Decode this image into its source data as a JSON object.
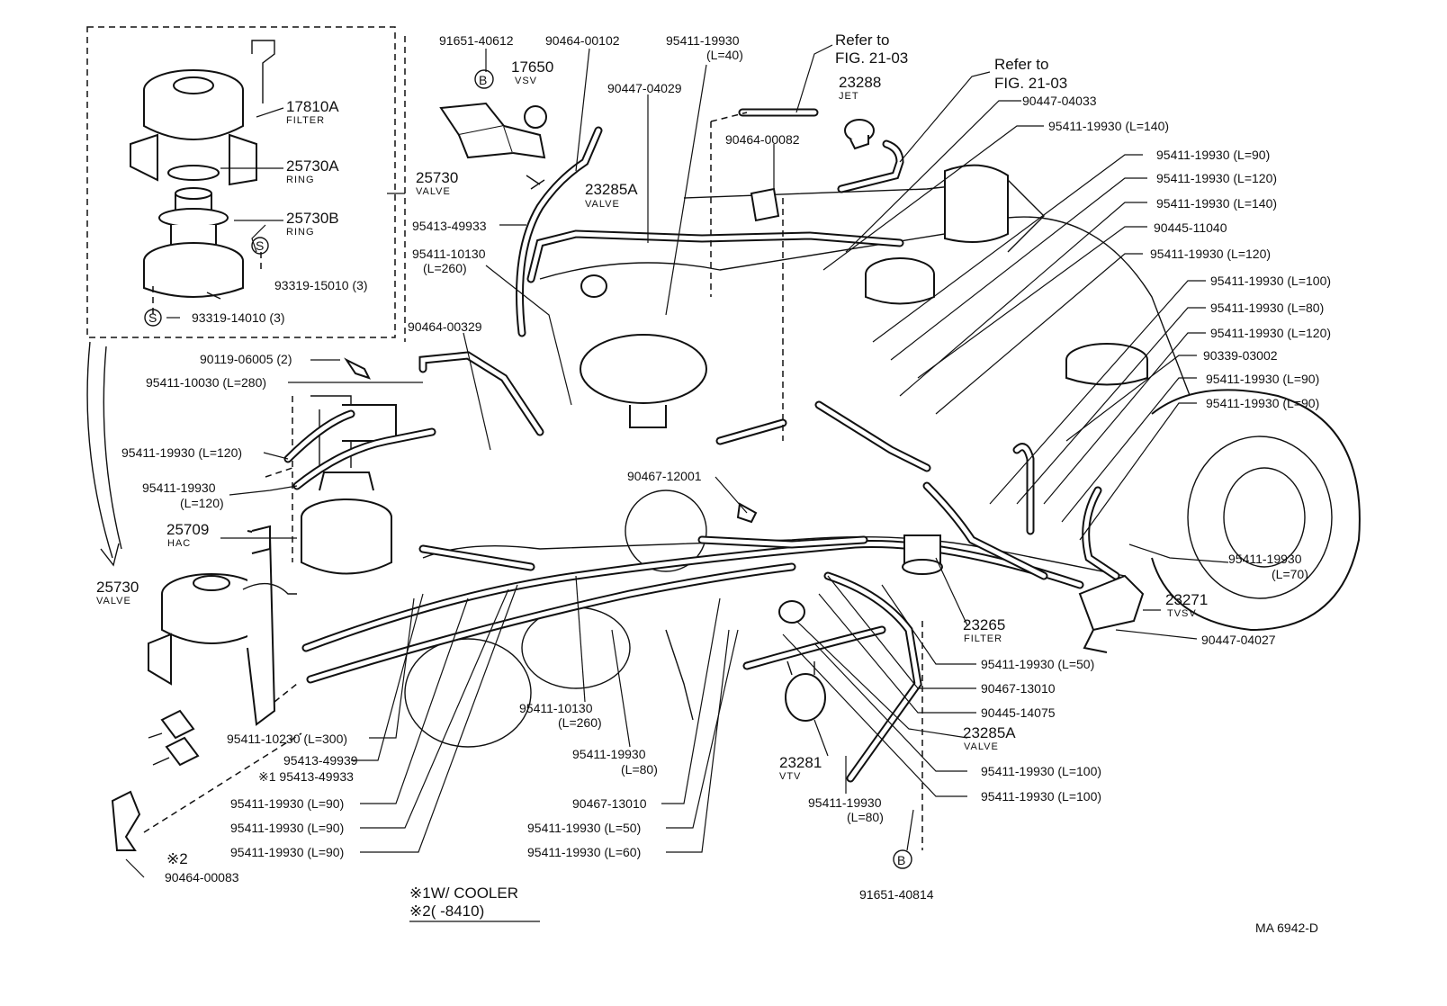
{
  "drawing": {
    "code": "MA  6942-D",
    "notes": {
      "note1": "※1W/ COOLER",
      "note2": "※2(        -8410)"
    }
  },
  "callouts": {
    "c_91651_40612": "91651-40612",
    "c_90464_00102": "90464-00102",
    "c_95411_19930_L40_a": "95411-19930",
    "c_95411_19930_L40_b": "(L=40)",
    "c_17650": "17650",
    "c_17650_sub": "VSV",
    "c_b_top": "B",
    "c_refer1_a": "Refer to",
    "c_refer1_b": "FIG. 21-03",
    "c_refer2_a": "Refer to",
    "c_refer2_b": "FIG. 21-03",
    "c_23288": "23288",
    "c_23288_sub": "JET",
    "c_90447_04033": "90447-04033",
    "c_95411_19930_L140_a": "95411-19930 (L=140)",
    "c_90447_04029": "90447-04029",
    "c_90464_00082": "90464-00082",
    "c_95411_19930_L90_r1": "95411-19930 (L=90)",
    "c_95411_19930_L120_r1": "95411-19930 (L=120)",
    "c_23285A_top": "23285A",
    "c_23285A_top_sub": "VALVE",
    "c_95411_19930_L140_r2": "95411-19930 (L=140)",
    "c_95413_49933": "95413-49933",
    "c_90445_11040": "90445-11040",
    "c_95411_10130_L260_a": "95411-10130",
    "c_95411_10130_L260_b": "(L=260)",
    "c_95411_19930_L120_r2": "95411-19930 (L=120)",
    "c_95411_19930_L100_r1": "95411-19930 (L=100)",
    "c_95411_19930_L80_r1": "95411-19930 (L=80)",
    "c_90464_00329": "90464-00329",
    "c_95411_19930_L120_r3": "95411-19930 (L=120)",
    "c_90339_03002": "90339-03002",
    "c_90119_06005": "90119-06005 (2)",
    "c_95411_10030": "95411-10030 (L=280)",
    "c_95411_19930_L90_r2": "95411-19930 (L=90)",
    "c_95411_19930_L90_r3": "95411-19930 (L=90)",
    "c_95411_19930_L120_l1": "95411-19930 (L=120)",
    "c_95411_19930_L120_l2a": "95411-19930",
    "c_95411_19930_L120_l2b": "(L=120)",
    "c_90467_12001": "90467-12001",
    "c_25709": "25709",
    "c_25709_sub": "HAC",
    "c_95411_19930_L70_a": "95411-19930",
    "c_95411_19930_L70_b": "(L=70)",
    "c_23271": "23271",
    "c_23271_sub": "TVSV",
    "c_25730_bottom": "25730",
    "c_25730_bottom_sub": "VALVE",
    "c_23265": "23265",
    "c_23265_sub": "FILTER",
    "c_90447_04027": "90447-04027",
    "c_95411_19930_L50_r": "95411-19930 (L=50)",
    "c_90467_13010_r": "90467-13010",
    "c_90445_14075": "90445-14075",
    "c_23285A_bottom": "23285A",
    "c_23285A_bottom_sub": "VALVE",
    "c_95411_19930_L100_r2": "95411-19930 (L=100)",
    "c_95411_19930_L100_r3": "95411-19930 (L=100)",
    "c_95411_10130_L260_c": "95411-10130",
    "c_95411_10130_L260_d": "(L=260)",
    "c_95411_19930_L80_b_a": "95411-19930",
    "c_95411_19930_L80_b_b": "(L=80)",
    "c_23281": "23281",
    "c_23281_sub": "VTV",
    "c_95411_19930_L80_c_a": "95411-19930",
    "c_95411_19930_L80_c_b": "(L=80)",
    "c_95411_10230": "95411-10230 (L=300)",
    "c_95413_49939": "95413-49939",
    "c_95413_49933_star": "※1 95413-49933",
    "c_90467_13010_b": "90467-13010",
    "c_95411_19930_L90_b1": "95411-19930 (L=90)",
    "c_95411_19930_L50_b": "95411-19930 (L=50)",
    "c_95411_19930_L90_b2": "95411-19930 (L=90)",
    "c_95411_19930_L60_b": "95411-19930 (L=60)",
    "c_95411_19930_L90_b3": "95411-19930 (L=90)",
    "c_b_bottom": "B",
    "c_91651_40814": "91651-40814",
    "c_star2": "※2",
    "c_90464_00083": "90464-00083",
    "c_17810A": "17810A",
    "c_17810A_sub": "FILTER",
    "c_25730A": "25730A",
    "c_25730A_sub": "RING",
    "c_25730B": "25730B",
    "c_25730B_sub": "RING",
    "c_25730_top": "25730",
    "c_25730_top_sub": "VALVE",
    "c_s1": "S",
    "c_93319_15010": "93319-15010 (3)",
    "c_s2": "S",
    "c_93319_14010": "93319-14010 (3)"
  }
}
